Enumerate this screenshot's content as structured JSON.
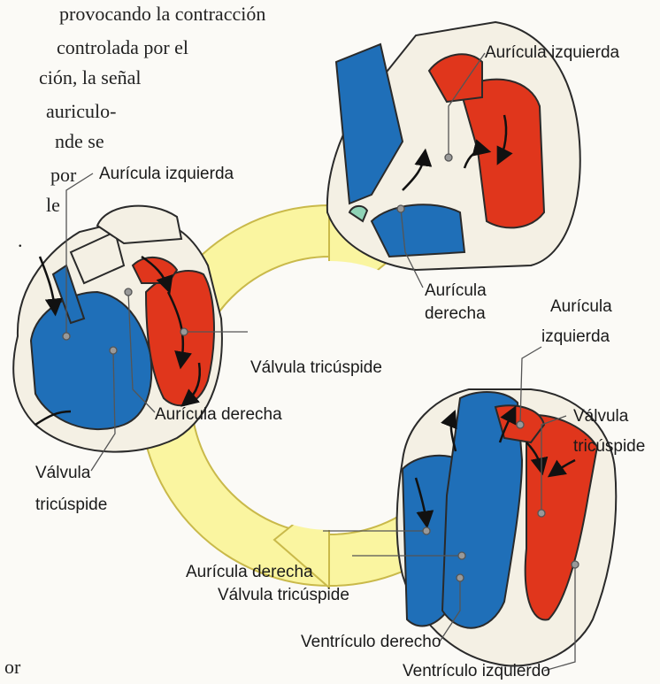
{
  "text_fragments": [
    "provocando la contracción",
    "controlada por el",
    "ción, la señal",
    "auriculo-",
    "nde se",
    "por",
    "le",
    ".",
    "or"
  ],
  "labels": {
    "top_auricula_izquierda": "Aurícula izquierda",
    "left_auricula_izquierda": "Aurícula izquierda",
    "top_auricula_derecha": "Aurícula derecha",
    "left_valvula_tricuspide": "Válvula tricúspide",
    "left_auricula_derecha": "Aurícula derecha",
    "left_valvula_tricuspide_2_line1": "Válvula",
    "left_valvula_tricuspide_2_line2": "tricúspide",
    "right_auricula_izquierda_line1": "Aurícula",
    "right_auricula_izquierda_line2": "izquierda",
    "right_valvula_tricuspide_line1": "Válvula",
    "right_valvula_tricuspide_line2": "tricúspide",
    "bottom_auricula_derecha": "Aurícula derecha",
    "bottom_valvula_tricuspide": "Válvula tricúspide",
    "ventriculo_derecho": "Ventrículo derecho",
    "ventriculo_izquierdo": "Ventrículo izquierdo"
  },
  "colors": {
    "arrow_ring": "#faf5a0",
    "arrow_ring_edge": "#c9b94a",
    "blood_blue": "#1f6fb8",
    "blood_red": "#e0361c",
    "heart_wall": "#f4f0e4",
    "outline": "#2a2a2a",
    "valve_green": "#8fd3b6"
  }
}
